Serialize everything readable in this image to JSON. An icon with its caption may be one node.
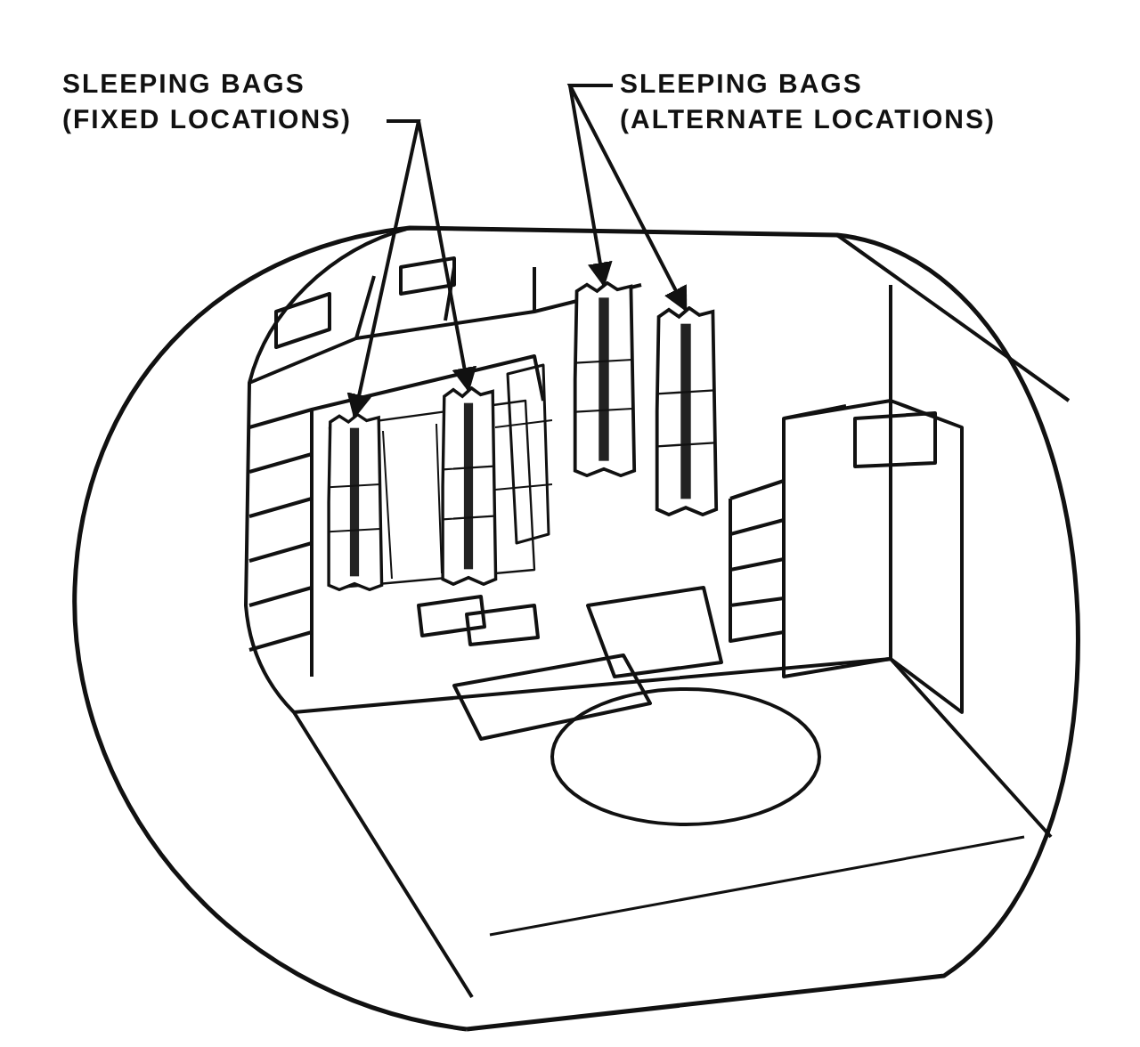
{
  "diagram": {
    "nodes": [
      {
        "text": [
          "SLEEPING BAGS (FIXED LOCATIONS)"
        ]
      },
      {
        "text": [],
        "shape": "picture"
      },
      {
        "text": [],
        "shape": "picture"
      },
      {
        "text": [
          "SLEEPING BAGS (ALTERNATE LOCATIONS)"
        ]
      },
      {
        "text": [],
        "shape": "picture"
      },
      {
        "text": [],
        "shape": "picture"
      }
    ],
    "edges": [
      {
        "from": 0,
        "to": 1,
        "arrow": "to"
      },
      {
        "from": 0,
        "to": 2,
        "arrow": "to"
      },
      {
        "from": 3,
        "to": 4,
        "arrow": "to"
      },
      {
        "from": 3,
        "to": 5,
        "arrow": "to"
      }
    ]
  }
}
